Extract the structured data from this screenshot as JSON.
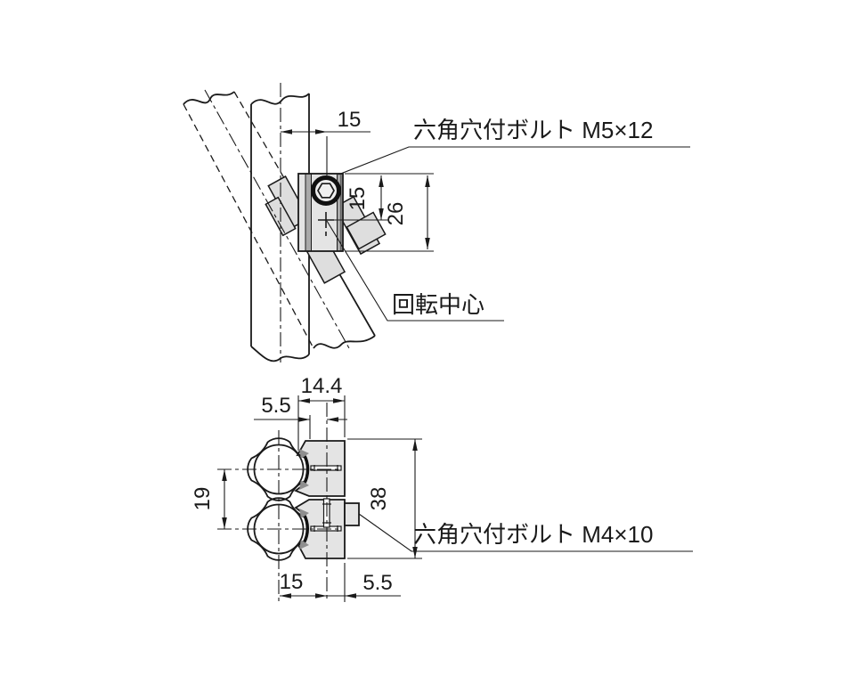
{
  "colors": {
    "background": "#ffffff",
    "line": "#1a1a1a",
    "fill_light": "#e4e4e4",
    "fill_medium": "#a9a9a9",
    "fill_dark": "#8e8e8e"
  },
  "top_view": {
    "bolt_label": "六角穴付ボルト M5×12",
    "rotation_center_label": "回転中心",
    "dim_offset": "15",
    "dim_top_to_center": "15",
    "dim_block_height": "26"
  },
  "bottom_view": {
    "bolt_label": "六角穴付ボルト M4×10",
    "dim_width": "14.4",
    "dim_surface_to_bolt": "5.5",
    "dim_pipe_pitch": "19",
    "dim_height": "38",
    "dim_center_to_bolt": "15",
    "dim_bolt_to_edge": "5.5"
  }
}
